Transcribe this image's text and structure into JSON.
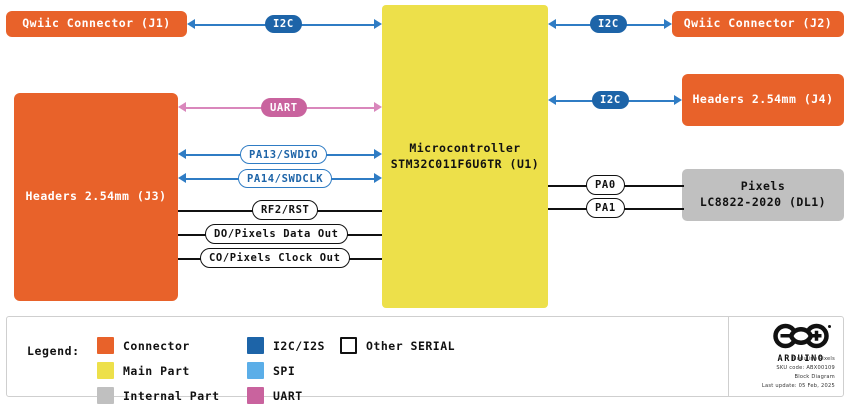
{
  "diagram": {
    "nodes": {
      "j1": "Qwiic Connector (J1)",
      "j2": "Qwiic Connector (J2)",
      "j3": "Headers 2.54mm (J3)",
      "j4": "Headers 2.54mm (J4)",
      "u1_line1": "Microcontroller",
      "u1_line2": "STM32C011F6U6TR (U1)",
      "dl1_line1": "Pixels",
      "dl1_line2": "LC8822-2020 (DL1)"
    },
    "connections": {
      "i2c_j1": "I2C",
      "i2c_j2": "I2C",
      "i2c_j4": "I2C",
      "uart": "UART",
      "swdio": "PA13/SWDIO",
      "swdclk": "PA14/SWDCLK",
      "rst": "RF2/RST",
      "data_out": "DO/Pixels Data Out",
      "clock_out": "CO/Pixels Clock Out",
      "pa0": "PA0",
      "pa1": "PA1"
    }
  },
  "legend": {
    "title": "Legend:",
    "items": [
      {
        "label": "Connector",
        "color": "#E8622A",
        "style": "solid"
      },
      {
        "label": "Main Part",
        "color": "#EDE04A",
        "style": "solid"
      },
      {
        "label": "Internal Part",
        "color": "#C0C0C0",
        "style": "solid"
      },
      {
        "label": "I2C/I2S",
        "color": "#1D64A8",
        "style": "solid"
      },
      {
        "label": "SPI",
        "color": "#5BAEE8",
        "style": "solid"
      },
      {
        "label": "UART",
        "color": "#C9639E",
        "style": "solid"
      },
      {
        "label": "Other SERIAL",
        "color": "#FFFFFF",
        "style": "hollow"
      }
    ]
  },
  "brand": {
    "logo_word": "ARDUINO",
    "line1": "Modulino Pixels",
    "line2": "SKU code: ABX00109",
    "line3": "Block Diagram",
    "line4": "Last update: 05 Feb, 2025"
  },
  "colors": {
    "connector": "#E8622A",
    "main_part": "#EDE04A",
    "internal_part": "#C0C0C0",
    "i2c": "#1D64A8",
    "spi": "#5BAEE8",
    "uart": "#C9639E",
    "wire_blue": "#2F7CC4",
    "wire_pink": "#D987BC",
    "wire_black": "#111111"
  }
}
